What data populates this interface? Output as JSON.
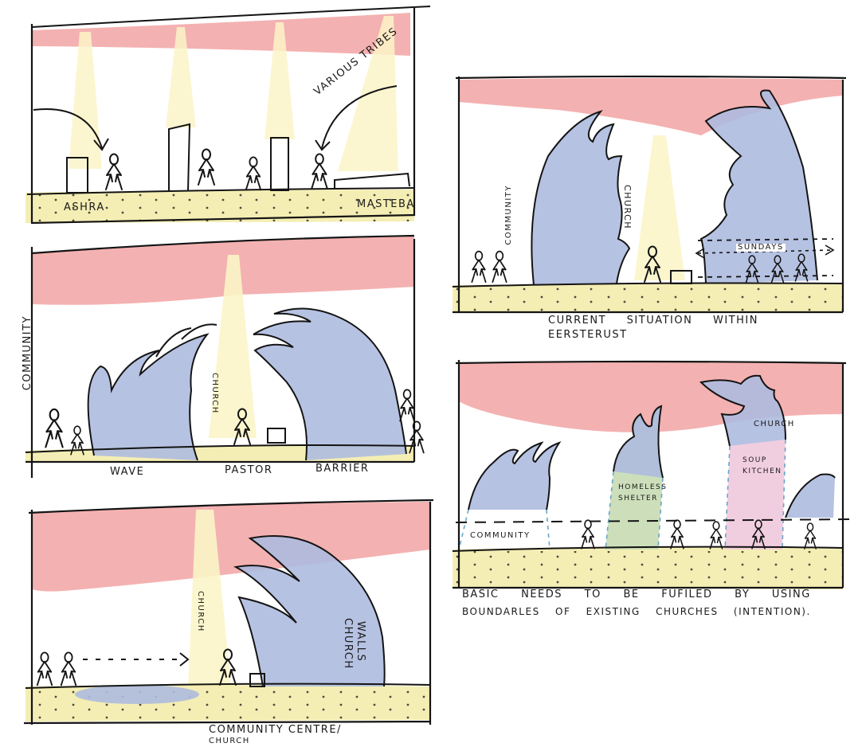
{
  "colors": {
    "sky": "#f2a3a3",
    "ground": "#f4eeb4",
    "wave": "#aebbdf",
    "light": "#fbf5c8",
    "shelter": "#c6dbb2",
    "kitchen": "#efc9dc",
    "ink": "#141414"
  },
  "panel1": {
    "ashra": "ASHRA",
    "masteba": "MASTEBA",
    "various_tribes": "VARIOUS TRIBES"
  },
  "panel2": {
    "community": "COMMUNITY",
    "church": "CHURCH",
    "wave": "WAVE",
    "pastor": "PASTOR",
    "barrier": "BARRIER"
  },
  "panel3": {
    "church": "CHURCH",
    "church_walls_1": "CHURCH",
    "church_walls_2": "WALLS",
    "caption_1": "COMMUNITY CENTRE/",
    "caption_2": "CHURCH"
  },
  "panel4": {
    "community": "COMMUNITY",
    "church": "CHURCH",
    "sundays": "SUNDAYS",
    "caption_1": "CURRENT SITUATION WITHIN",
    "caption_2": "EERSTERUST"
  },
  "panel5": {
    "church": "CHURCH",
    "soup_kitchen_1": "SOUP",
    "soup_kitchen_2": "KITCHEN",
    "homeless_1": "HOMELESS",
    "homeless_2": "SHELTER",
    "community": "COMMUNITY",
    "caption_1": "BASIC NEEDS TO BE FUFILED BY USING",
    "caption_2": "BOUNDARLES OF EXISTING CHURCHES (INTENTION)."
  }
}
